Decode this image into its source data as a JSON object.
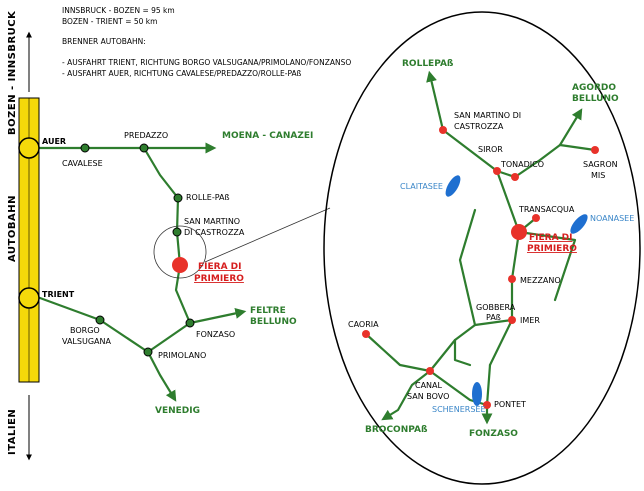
{
  "info": {
    "line1": "INNSBRUCK - BOZEN = 95 km",
    "line2": "BOZEN - TRIENT = 50 km",
    "line3": "BRENNER AUTOBAHN:",
    "line4": "- AUSFAHRT TRIENT, RICHTUNG BORGO VALSUGANA/PRIMOLANO/FONZANSO",
    "line5": "- AUSFAHRT AUER, RICHTUNG CAVALESE/PREDAZZO/ROLLE-PAß"
  },
  "side": {
    "top": "BOZEN - INNSBRUCK",
    "middle": "AUTOBAHN",
    "bottom": "ITALIEN"
  },
  "left": {
    "auer": "AUER",
    "trient": "TRIENT",
    "cavalese": "CAVALESE",
    "predazzo": "PREDAZZO",
    "moena": "MOENA - CANAZEI",
    "rolle": "ROLLE-PAß",
    "smdc1": "SAN MARTINO",
    "smdc2": "DI CASTROZZA",
    "fdp1": "FIERA DI",
    "fdp2": "PRIMIERO",
    "feltre": "FELTRE",
    "belluno": "BELLUNO",
    "fonzaso": "FONZASO",
    "borgo1": "BORGO",
    "borgo2": "VALSUGANA",
    "primolano": "PRIMOLANO",
    "venedig": "VENEDIG"
  },
  "detail": {
    "rollepass": "ROLLEPAß",
    "smdc1": "SAN MARTINO DI",
    "smdc2": "CASTROZZA",
    "agordo1": "AGORDO",
    "agordo2": "BELLUNO",
    "siror": "SIROR",
    "tonadico": "TONADICO",
    "sagron1": "SAGRON",
    "sagron2": "MIS",
    "claitasee": "CLAITASEE",
    "transacqua": "TRANSACQUA",
    "noanasee": "NOANASEE",
    "fdp1": "FIERA DI",
    "fdp2": "PRIMIERO",
    "mezzano": "MEZZANO",
    "gobbera1": "GOBBERA",
    "gobbera2": "PAß",
    "imer": "IMER",
    "caoria": "CAORIA",
    "canal1": "CANAL",
    "canal2": "SAN BOVO",
    "pontet": "PONTET",
    "schenersee": "SCHENERSEE",
    "broconpass": "BROCONPAß",
    "fonzaso": "FONZASO"
  },
  "colors": {
    "road": "#2e7d2e",
    "autobahn": "#f5d90a",
    "town_red": "#e8322a",
    "lake": "#1e6fd0",
    "lake_label": "#3a86c8"
  }
}
